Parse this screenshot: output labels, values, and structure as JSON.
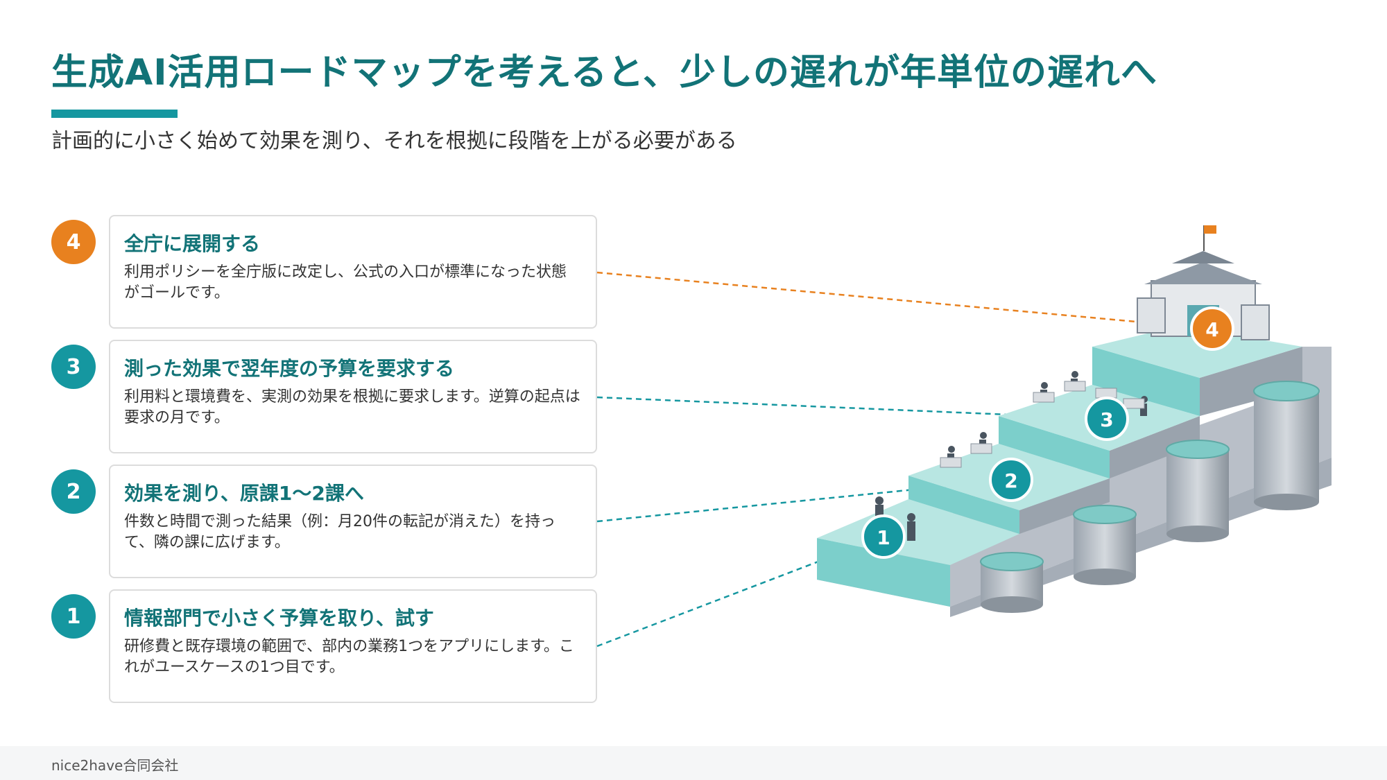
{
  "title": "生成AI活用ロードマップを考えると、少しの遅れが年単位の遅れへ",
  "subtitle": "計画的に小さく始めて効果を測り、それを根拠に段階を上がる必要がある",
  "steps": [
    {
      "num": "4",
      "title": "全庁に展開する",
      "desc": "利用ポリシーを全庁版に改定し、公式の入口が標準になった状態がゴールです。",
      "color": "#e8811f"
    },
    {
      "num": "3",
      "title": "測った効果で翌年度の予算を要求する",
      "desc": "利用料と環境費を、実測の効果を根拠に要求します。逆算の起点は要求の月です。",
      "color": "#1597a0"
    },
    {
      "num": "2",
      "title": "効果を測り、原課1〜2課へ",
      "desc": "件数と時間で測った結果（例：月20件の転記が消えた）を持って、隣の課に広げます。",
      "color": "#1597a0"
    },
    {
      "num": "1",
      "title": "情報部門で小さく予算を取り、試す",
      "desc": "研修費と既存環境の範囲で、部内の業務1つをアプリにします。これがユースケースの1つ目です。",
      "color": "#1597a0"
    }
  ],
  "footer": "nice2have合同会社",
  "colors": {
    "accent": "#1597a0",
    "title": "#127377",
    "orange": "#e8811f"
  }
}
